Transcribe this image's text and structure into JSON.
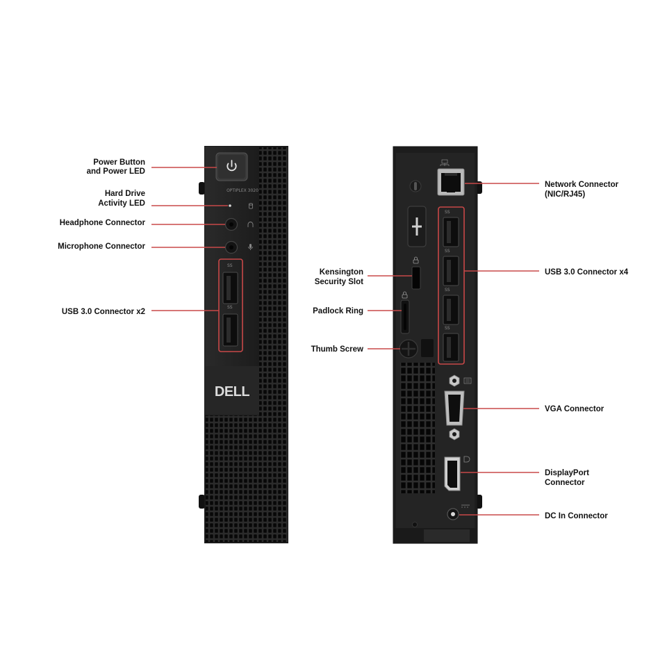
{
  "front": {
    "model_label": "OPTIPLEX 3020",
    "brand": "DELL",
    "usb_tag": "SS",
    "labels": {
      "power_1": "Power Button",
      "power_2": "and Power LED",
      "hdd_1": "Hard Drive",
      "hdd_2": "Activity LED",
      "headphone": "Headphone Connector",
      "microphone": "Microphone Connector",
      "usb": "USB 3.0 Connector x2"
    }
  },
  "rear": {
    "usb_tag": "SS",
    "labels": {
      "kensington_1": "Kensington",
      "kensington_2": "Security Slot",
      "padlock": "Padlock Ring",
      "thumb": "Thumb Screw",
      "network_1": "Network Connector",
      "network_2": "(NIC/RJ45)",
      "usb": "USB 3.0 Connector x4",
      "vga": "VGA Connector",
      "dp_1": "DisplayPort",
      "dp_2": "Connector",
      "dc": "DC In Connector"
    }
  },
  "colors": {
    "accent": "#c84848",
    "chassis": "#262626",
    "label_text": "#111111"
  }
}
